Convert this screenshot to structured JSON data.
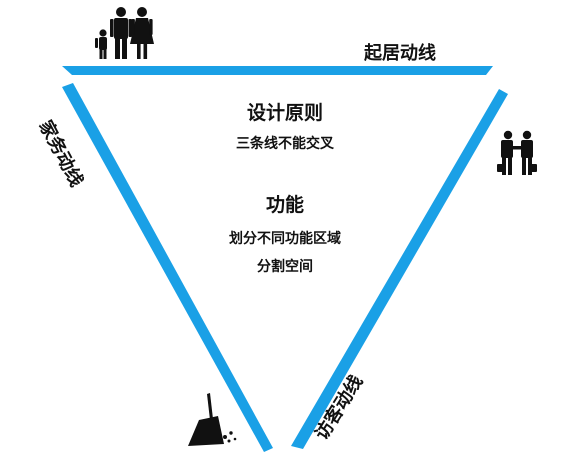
{
  "colors": {
    "line_blue": "#1aa0e6",
    "icon_black": "#111111"
  },
  "lines": {
    "top": "起居动线",
    "left": "家务动线",
    "right": "访客动线"
  },
  "center": {
    "principle_title": "设计原则",
    "principle_text": "三条线不能交叉",
    "function_title": "功能",
    "function_line1": "划分不同功能区域",
    "function_line2": "分割空间"
  },
  "icons": {
    "top": "family-icon",
    "right": "handshake-icon",
    "left_bottom": "broom-icon"
  }
}
